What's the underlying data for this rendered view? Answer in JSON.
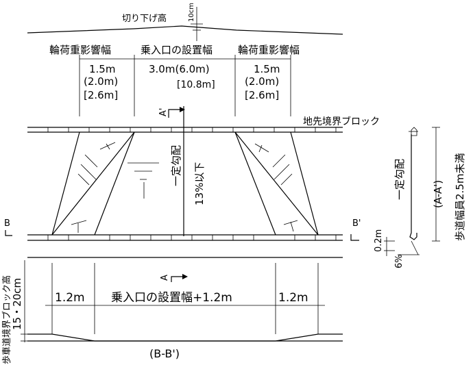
{
  "top": {
    "cut_height": "切り下げ高",
    "cut_value": "10cm",
    "load_width_left": "輪荷重影響幅",
    "entry_width": "乗入口の設置幅",
    "load_width_right": "輪荷重影響幅",
    "left_w1": "1.5m",
    "left_w2": "(2.0m)",
    "left_w3": "[2.6m]",
    "center_w1": "3.0m(6.0m)",
    "center_w2": "[10.8m]",
    "right_w1": "1.5m",
    "right_w2": "(2.0m)",
    "right_w3": "[2.6m]"
  },
  "plan": {
    "boundary_block": "地先境界ブロック",
    "section_a_top": "A'",
    "section_a_bottom": "A",
    "constant_slope": "一定勾配",
    "grade_limit": "13%以下",
    "section_b_left": "B",
    "section_b_right": "B'"
  },
  "section_a": {
    "constant_slope": "一定勾配",
    "title": "(A-A')",
    "sidewalk_width": "歩道幅員2.5m未満",
    "drop": "0.2m",
    "slope": "6%"
  },
  "section_b": {
    "left_dim": "1.2m",
    "center_dim": "乗入口の設置幅+1.2m",
    "right_dim": "1.2m",
    "block_height_label": "歩車道境界ブロック高",
    "block_height_value": "15・20cm",
    "title": "(B-B')"
  }
}
